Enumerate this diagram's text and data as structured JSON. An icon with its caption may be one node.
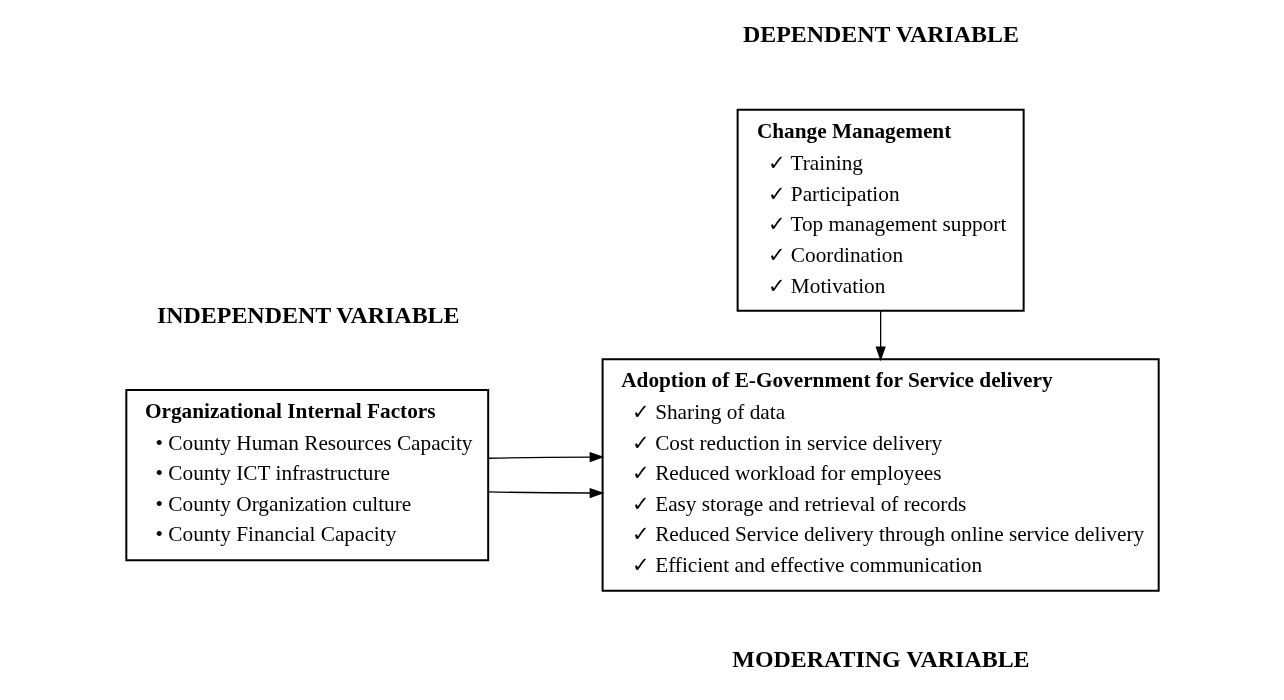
{
  "diagram": {
    "nodes": [
      {
        "text": [
          "Change Management",
          "✓ Training",
          "✓ Participation",
          "✓ Top management support",
          "✓ Coordination",
          "✓ Motivation"
        ]
      },
      {
        "text": [
          "Organizational Internal Factors",
          "• County Human Resources Capacity",
          "• County ICT infrastructure",
          "• County Organization culture",
          "• County Financial Capacity"
        ]
      },
      {
        "text": [
          "Adoption of E-Government for Service delivery",
          "✓ Sharing of data",
          "✓ Cost reduction in service delivery",
          "✓ Reduced workload for employees",
          "✓ Easy storage and retrieval of records",
          "✓ Reduced Service delivery through online service delivery",
          "✓ Efficient and effective communication"
        ]
      }
    ],
    "edges": [
      {
        "from": 1,
        "to": 2,
        "arrow": "to"
      },
      {
        "from": 1,
        "to": 2,
        "arrow": "to"
      },
      {
        "from": 0,
        "to": 2,
        "arrow": "to"
      }
    ],
    "labels": [
      "MODERATING VARIABLE",
      "DEPENDENT VARIABLE",
      "INDEPENDENT VARIABLE"
    ]
  }
}
